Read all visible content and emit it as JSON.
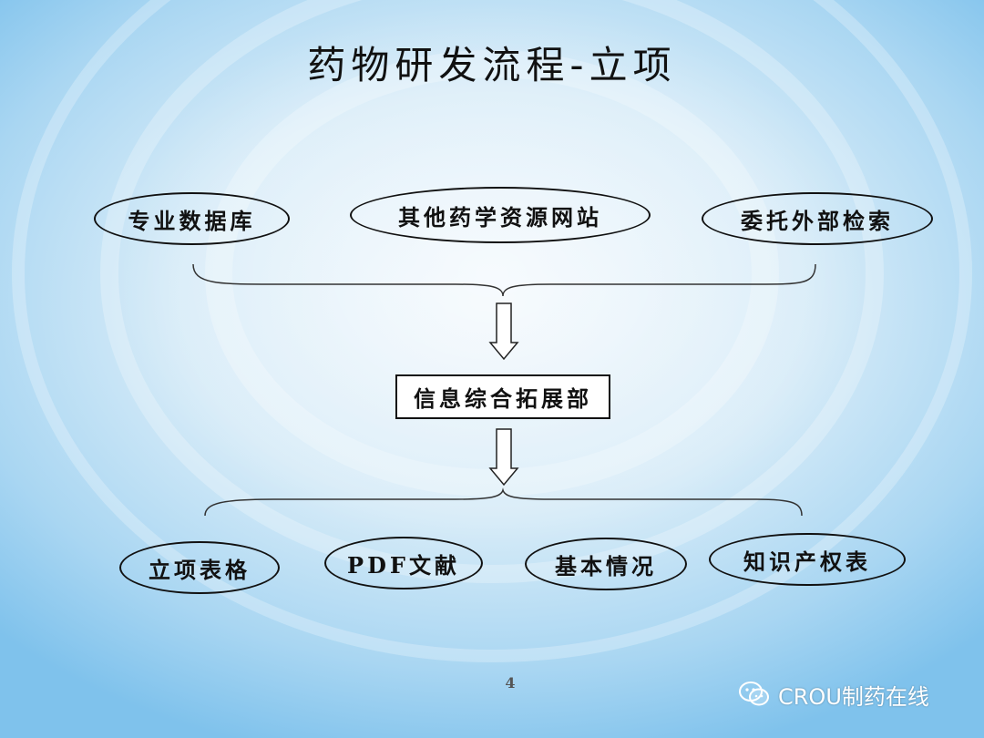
{
  "title": "药物研发流程-立项",
  "sources": [
    {
      "label": "专业数据库"
    },
    {
      "label": "其他药学资源网站"
    },
    {
      "label": "委托外部检索"
    }
  ],
  "center": {
    "label": "信息综合拓展部"
  },
  "outputs": [
    {
      "label": "立项表格"
    },
    {
      "label": "PDF文献"
    },
    {
      "label": "基本情况"
    },
    {
      "label": "知识产权表"
    }
  ],
  "page_number": "4",
  "watermark": {
    "text": "CROU制药在线",
    "icon": "wechat-icon"
  }
}
